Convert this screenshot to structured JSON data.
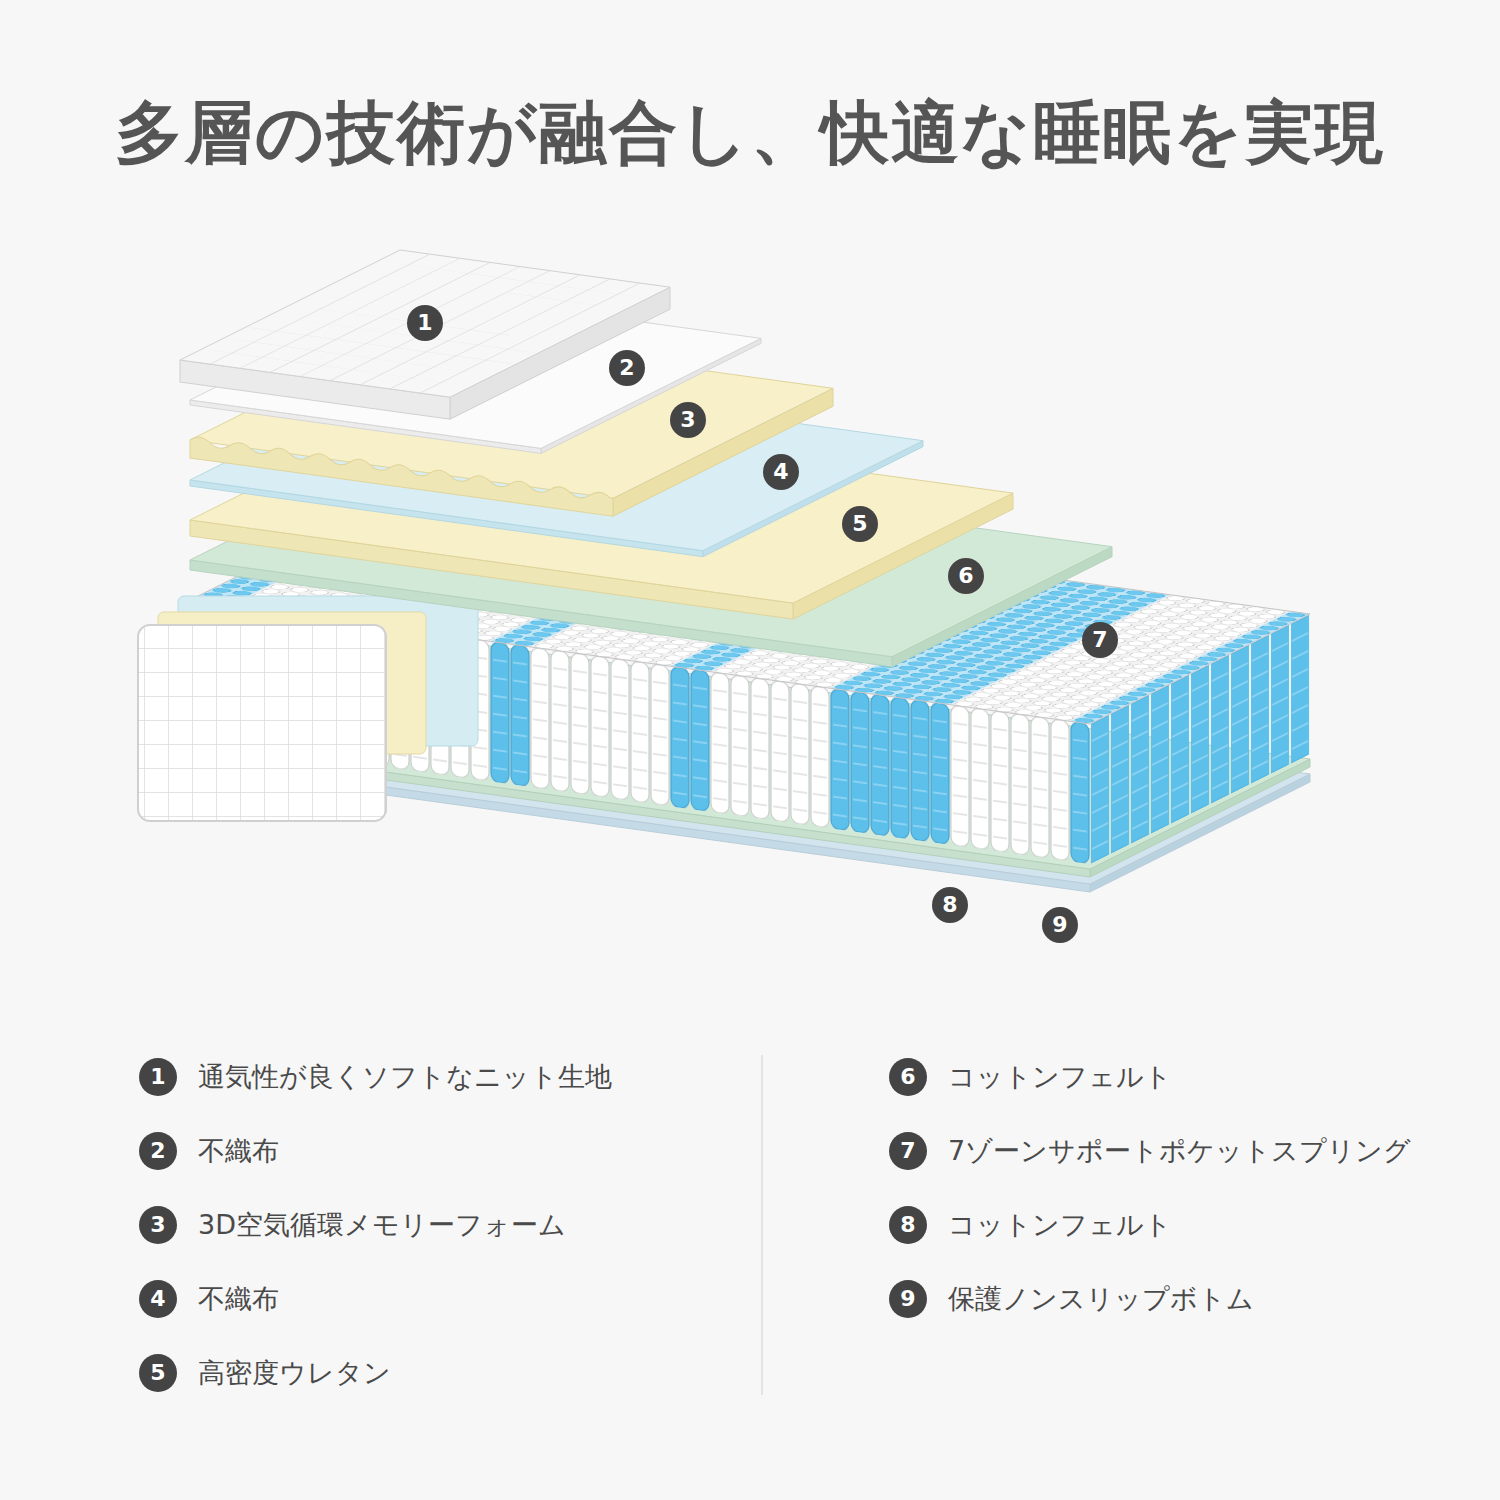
{
  "diagram": {
    "title": "多層の技術が融合し、快適な睡眠を実現",
    "labels": [
      "1",
      "2",
      "3",
      "4",
      "5",
      "6",
      "7",
      "8",
      "9",
      "1",
      "通気性が良くソフトなニット生地",
      "2",
      "不織布",
      "3",
      "3D空気循環メモリーフォーム",
      "4",
      "不織布",
      "5",
      "高密度ウレタン",
      "6",
      "コットンフェルト",
      "7",
      "7ゾーンサポートポケットスプリング",
      "8",
      "コットンフェルト",
      "9",
      "保護ノンスリップボトム"
    ]
  }
}
